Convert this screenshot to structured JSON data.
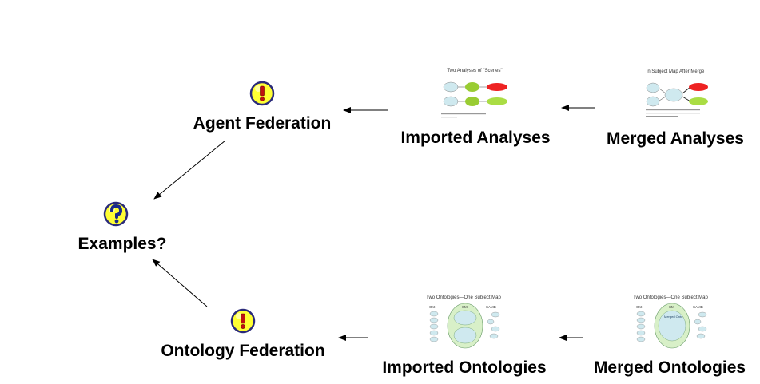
{
  "nodes": {
    "examples": {
      "label": "Examples?",
      "icon": "question-icon"
    },
    "agent_federation": {
      "label": "Agent Federation",
      "icon": "exclamation-icon"
    },
    "ontology_federation": {
      "label": "Ontology Federation",
      "icon": "exclamation-icon"
    },
    "imported_analyses": {
      "label": "Imported Analyses",
      "thumbnail_title": "Two Analyses of \"Scenes\""
    },
    "merged_analyses": {
      "label": "Merged Analyses",
      "thumbnail_title": "In Subject Map After Merge"
    },
    "imported_ontologies": {
      "label": "Imported Ontologies",
      "thumbnail_title": "Two Ontologies—One Subject Map"
    },
    "merged_ontologies": {
      "label": "Merged Ontologies",
      "thumbnail_title": "Two Ontologies—One Subject Map"
    }
  },
  "thumb_text": {
    "sm": "SM",
    "ont_left": "Ont",
    "ont_right": "SAMB",
    "merged": "Merged Onto"
  },
  "colors": {
    "icon_fill": "#ffff33",
    "icon_stroke": "#2a2a7a",
    "thumb_bubble": "#cfe9ef",
    "thumb_green": "#99cc33",
    "thumb_red": "#ee2222",
    "thumb_lime": "#aadd44",
    "thumb_pale_green": "#d8f0c8"
  }
}
